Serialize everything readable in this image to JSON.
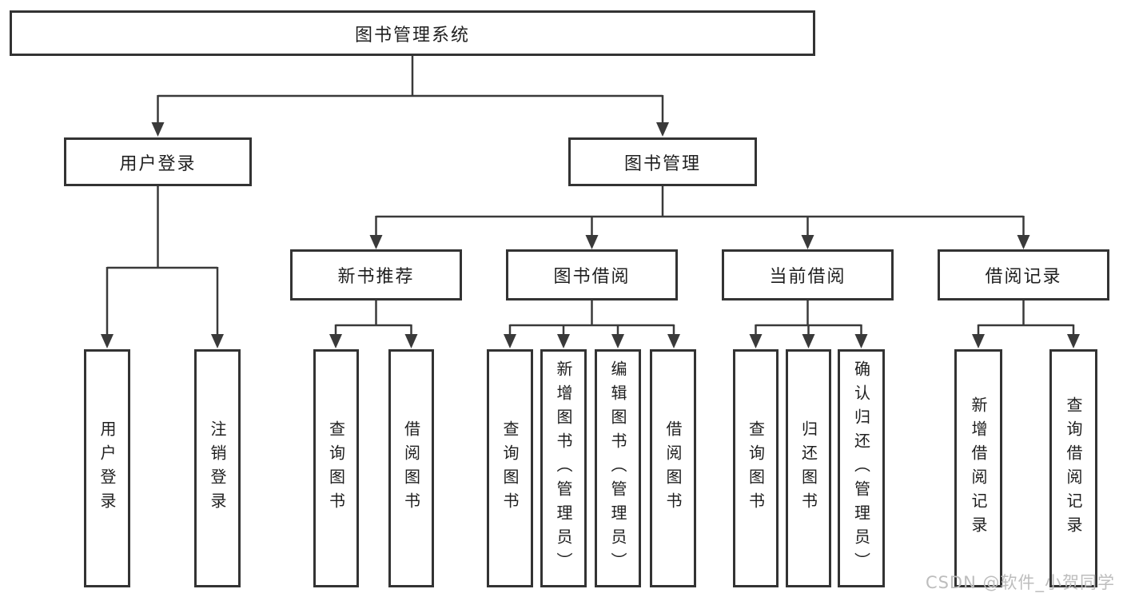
{
  "title": {
    "label": "图书管理系统"
  },
  "level2": [
    {
      "id": "user-login",
      "label": "用户登录"
    },
    {
      "id": "book-management",
      "label": "图书管理"
    }
  ],
  "level3": [
    {
      "id": "new-book-recommend",
      "label": "新书推荐"
    },
    {
      "id": "book-borrow",
      "label": "图书借阅"
    },
    {
      "id": "current-borrow",
      "label": "当前借阅"
    },
    {
      "id": "borrow-records",
      "label": "借阅记录"
    }
  ],
  "leaves": [
    {
      "group": "user-login",
      "label": "用户登录"
    },
    {
      "group": "user-login",
      "label": "注销登录"
    },
    {
      "group": "new-book-recommend",
      "label": "查询图书"
    },
    {
      "group": "new-book-recommend",
      "label": "借阅图书"
    },
    {
      "group": "book-borrow",
      "label": "查询图书"
    },
    {
      "group": "book-borrow",
      "label": "新增图书（管理员）"
    },
    {
      "group": "book-borrow",
      "label": "编辑图书（管理员）"
    },
    {
      "group": "book-borrow",
      "label": "借阅图书"
    },
    {
      "group": "current-borrow",
      "label": "查询图书"
    },
    {
      "group": "current-borrow",
      "label": "归还图书"
    },
    {
      "group": "current-borrow",
      "label": "确认归还（管理员）"
    },
    {
      "group": "borrow-records",
      "label": "新增借阅记录"
    },
    {
      "group": "borrow-records",
      "label": "查询借阅记录"
    }
  ],
  "watermark": "CSDN @软件_小贺同学",
  "colors": {
    "border": "#333333",
    "line": "#3a3a3a",
    "text": "#1f1f1f",
    "watermark": "#bdbdbd",
    "background": "#ffffff"
  }
}
